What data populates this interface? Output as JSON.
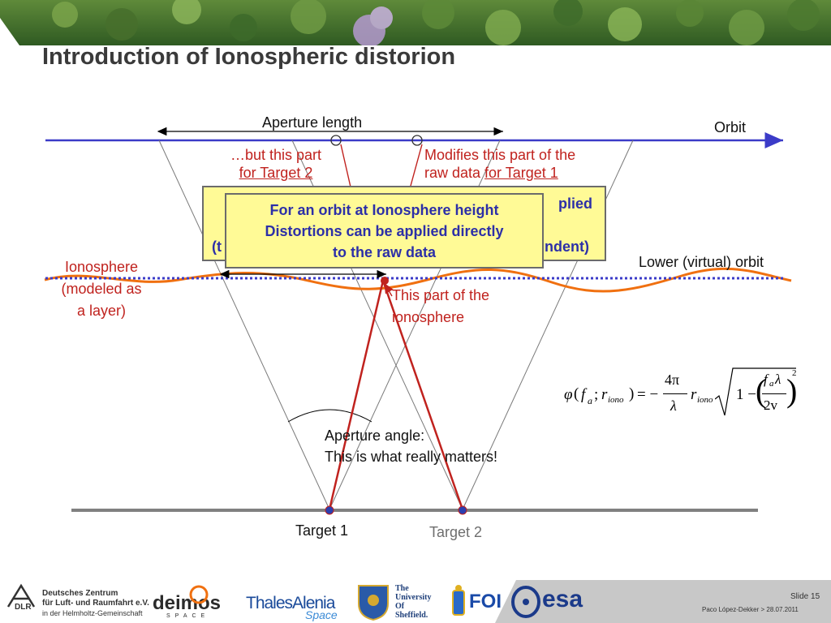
{
  "title": "Introduction of Ionospheric distorion",
  "labels": {
    "aperture_length": "Aperture length",
    "orbit": "Orbit",
    "lower_orbit": "Lower (virtual) orbit",
    "but_this_part_line1": "…but this part",
    "but_this_part_line2": "for Target 2",
    "modifies_line1": "Modifies this part of the",
    "modifies_line2_pre": "raw data ",
    "modifies_line2_target": "for Target 1",
    "ionosphere_line1": "Ionosphere",
    "ionosphere_line2": "(modeled as",
    "ionosphere_line3": "a layer)",
    "this_part_line1": "This part of the",
    "this_part_line2": "ionosphere",
    "aperture_angle_line1": "Aperture angle:",
    "aperture_angle_line2": "This is what really matters!",
    "target1": "Target 1",
    "target2": "Target 2"
  },
  "back_box": {
    "frag_right_top": "plied",
    "frag_left_bottom": "(t",
    "frag_right_bottom": "ndent)"
  },
  "front_box": {
    "line1": "For an orbit at Ionosphere height",
    "line2": "Distortions can be applied directly",
    "line3": "to the raw data"
  },
  "equation": {
    "phi": "φ",
    "f": "f",
    "sub_a": "a",
    "r": "r",
    "sub_iono": "iono",
    "eq": "= −",
    "num": "4π",
    "den": "λ",
    "one_minus": "1 −",
    "inner_num": "f",
    "inner_lambda": "λ",
    "inner_den": "2v",
    "power": "2"
  },
  "footer": {
    "slide_label": "Slide 15",
    "author_date": "Paco López-Dekker > 28.07.2011",
    "dlr_line1": "Deutsches Zentrum",
    "dlr_line2": "für Luft- und Raumfahrt e.V.",
    "dlr_line3": "in der Helmholtz-Gemeinschaft",
    "dlr_abbr": "DLR",
    "deimos": "deimos",
    "deimos_sub": "SPACE",
    "thales1": "ThalesAlenia",
    "thales2": "Space",
    "sheffield1": "The",
    "sheffield2": "University",
    "sheffield3": "Of",
    "sheffield4": "Sheffield.",
    "foi": "FOI",
    "esa": "esa"
  },
  "colors": {
    "orbit_line": "#3b3bc8",
    "ionosphere_curve": "#f07010",
    "highlight_red": "#c0221e",
    "box_fill": "#fffa96",
    "box_text": "#2c2fa8",
    "ground": "#808080"
  }
}
